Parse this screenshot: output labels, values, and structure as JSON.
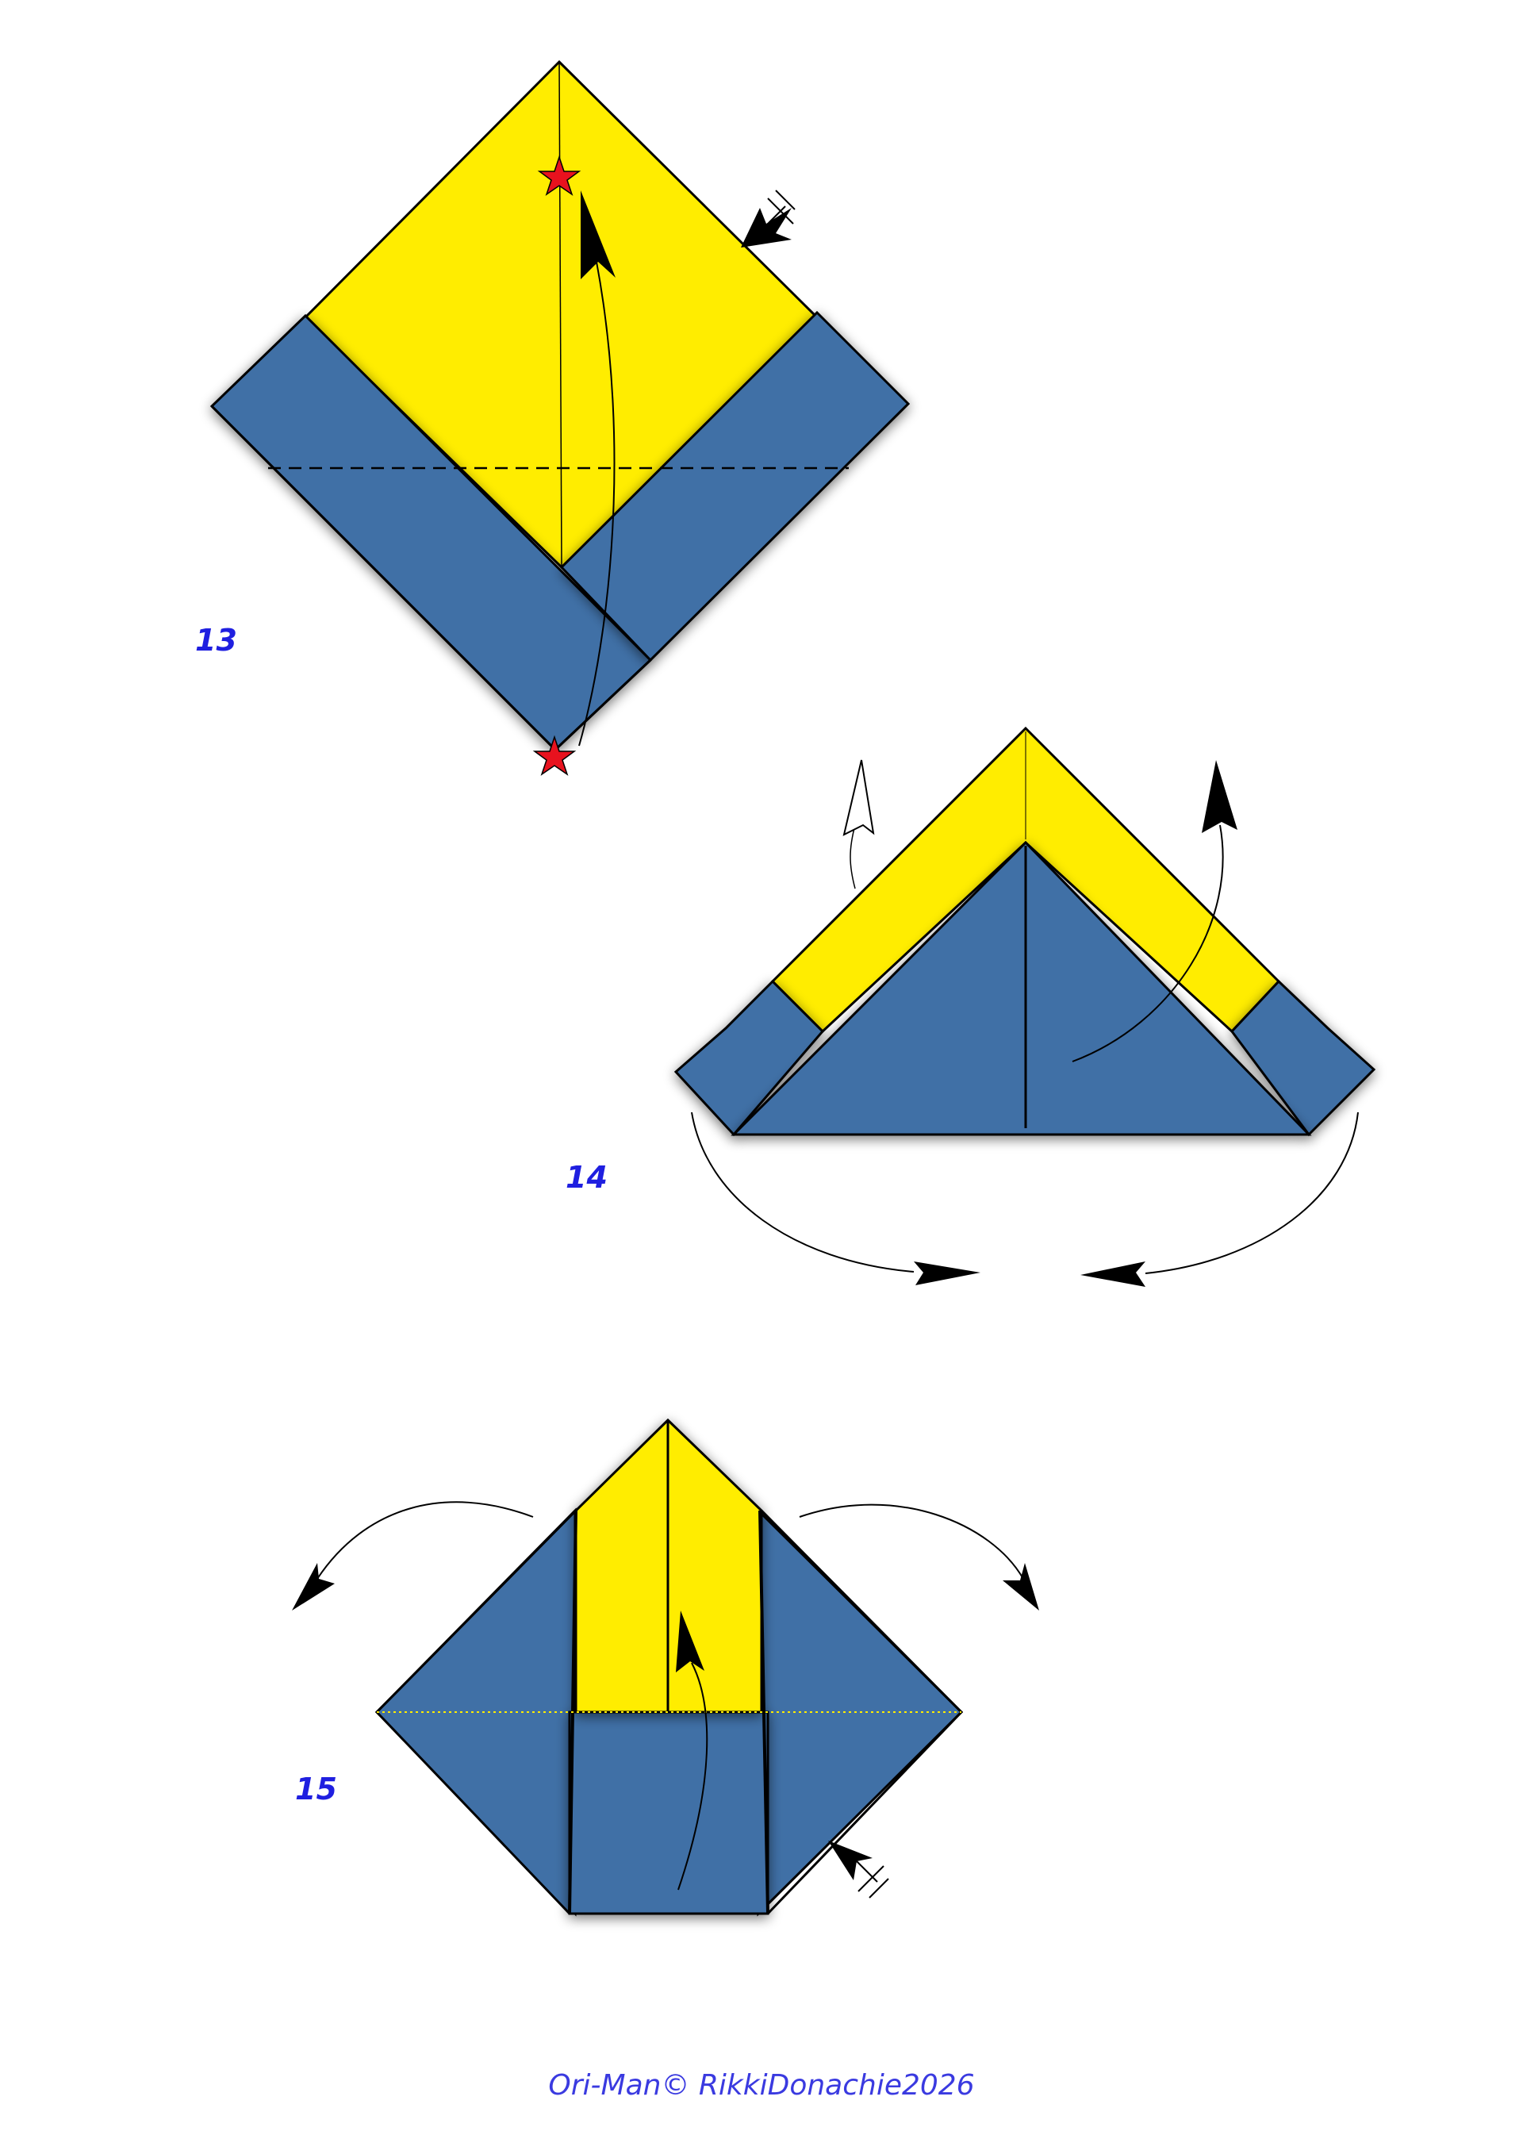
{
  "colors": {
    "yellow": "#ffed00",
    "blue": "#4070a6",
    "outline": "#000000",
    "step_number": "#1f1fe0",
    "star": "#e8121e",
    "credit": "#3a3ae0"
  },
  "steps": [
    {
      "number": "13"
    },
    {
      "number": "14"
    },
    {
      "number": "15"
    }
  ],
  "credit": "Ori-Man© RikkiDonachie2026"
}
